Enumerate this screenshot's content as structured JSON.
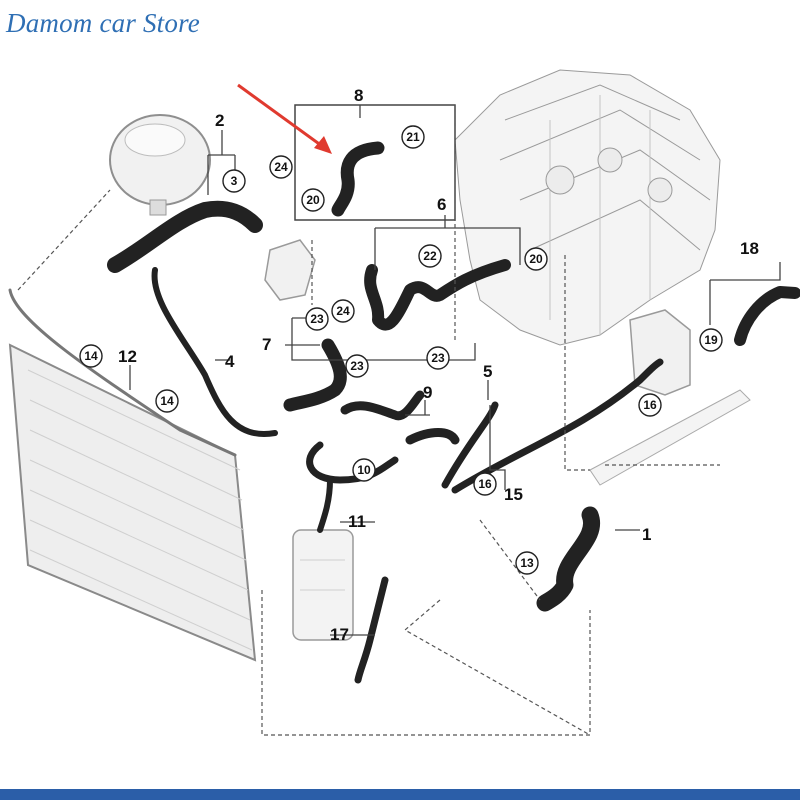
{
  "header": {
    "store_name": "Damom car Store"
  },
  "colors": {
    "brand_text": "#2f6fb4",
    "hose": "#222222",
    "leader_line": "#444444",
    "arrow": "#e03a2f",
    "bottom_bar": "#2b5ea8"
  },
  "callouts": [
    {
      "id": "c1",
      "label": "1"
    },
    {
      "id": "c2",
      "label": "2"
    },
    {
      "id": "c4",
      "label": "4"
    },
    {
      "id": "c5",
      "label": "5"
    },
    {
      "id": "c6",
      "label": "6"
    },
    {
      "id": "c7",
      "label": "7"
    },
    {
      "id": "c8",
      "label": "8"
    },
    {
      "id": "c9",
      "label": "9"
    },
    {
      "id": "c11",
      "label": "11"
    },
    {
      "id": "c12",
      "label": "12"
    },
    {
      "id": "c15",
      "label": "15"
    },
    {
      "id": "c17",
      "label": "17"
    },
    {
      "id": "c18",
      "label": "18"
    }
  ],
  "circled": [
    {
      "id": "k3",
      "label": "3"
    },
    {
      "id": "k24a",
      "label": "24"
    },
    {
      "id": "k21",
      "label": "21"
    },
    {
      "id": "k20a",
      "label": "20"
    },
    {
      "id": "k22",
      "label": "22"
    },
    {
      "id": "k20b",
      "label": "20"
    },
    {
      "id": "k23a",
      "label": "23"
    },
    {
      "id": "k24b",
      "label": "24"
    },
    {
      "id": "k23b",
      "label": "23"
    },
    {
      "id": "k23c",
      "label": "23"
    },
    {
      "id": "k14a",
      "label": "14"
    },
    {
      "id": "k14b",
      "label": "14"
    },
    {
      "id": "k10",
      "label": "10"
    },
    {
      "id": "k16a",
      "label": "16"
    },
    {
      "id": "k16b",
      "label": "16"
    },
    {
      "id": "k19",
      "label": "19"
    },
    {
      "id": "k13",
      "label": "13"
    }
  ]
}
